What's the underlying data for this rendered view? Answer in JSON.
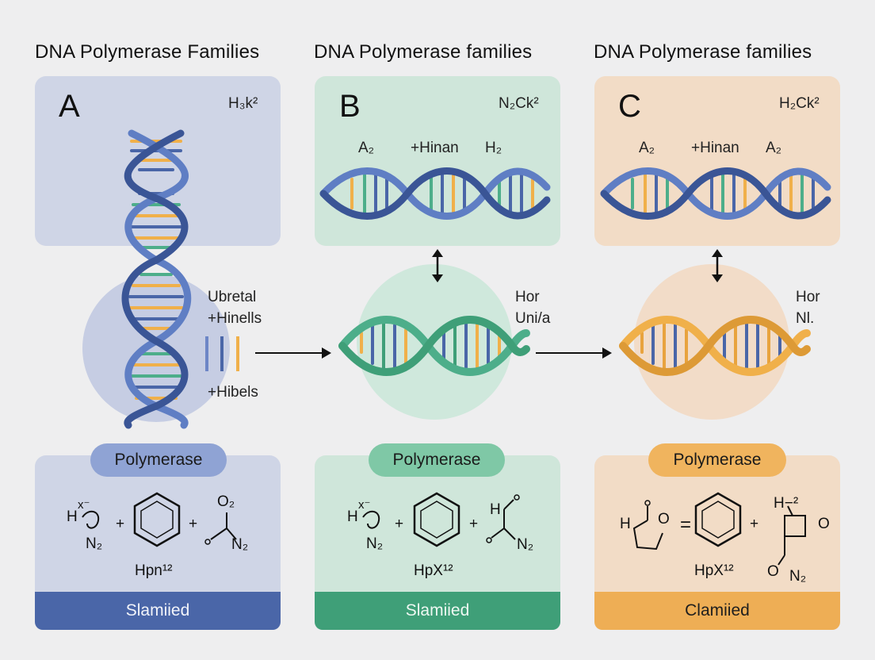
{
  "columns": [
    {
      "title": "DNA Polymerase Families",
      "letter": "A",
      "corner_label": "H₃k²",
      "side_labels": [
        "Ubretal",
        "+Hinells",
        "+Hibels"
      ],
      "pill": "Polymerase",
      "chem_caption": "Hpn¹²",
      "footer": "Slamiied",
      "colors": {
        "panel": "#cfd5e6",
        "pill": "#8fa3d4",
        "footer": "#4a66a8",
        "footer_text": "#f2f4fa",
        "circle": "#c6cde3"
      }
    },
    {
      "title": "DNA Polymerase families",
      "letter": "B",
      "corner_label": "N₂Ck²",
      "helix_labels": [
        "A₂",
        "+Hinan",
        "H₂"
      ],
      "side_labels": [
        "Hor",
        "Uni/a"
      ],
      "pill": "Polymerase",
      "chem_caption": "HpX¹²",
      "footer": "Slamiied",
      "colors": {
        "panel": "#cfe6da",
        "pill": "#7fc8a6",
        "footer": "#3f9f78",
        "footer_text": "#eef8f2",
        "circle": "#cfe8dc"
      }
    },
    {
      "title": "DNA Polymerase families",
      "letter": "C",
      "corner_label": "H₂Ck²",
      "helix_labels": [
        "A₂",
        "+Hinan",
        "A₂"
      ],
      "side_labels": [
        "Hor",
        "Nl."
      ],
      "pill": "Polymerase",
      "chem_caption": "HpX¹²",
      "footer": "Clamiied",
      "colors": {
        "panel": "#f2dcc6",
        "pill": "#f0b45e",
        "footer": "#eeae55",
        "footer_text": "#1e1e1e",
        "circle": "#f2dcc8"
      }
    }
  ],
  "chem_labels": {
    "a": [
      "H",
      "x⁻",
      "N₂",
      "+",
      "+",
      "O₂",
      "N₂"
    ],
    "b": [
      "H",
      "x⁻",
      "N₂",
      "+",
      "+",
      "H",
      "N₂"
    ],
    "c": [
      "H",
      "O",
      "=",
      "+",
      "H−²",
      "O",
      "O",
      "N₂"
    ]
  }
}
